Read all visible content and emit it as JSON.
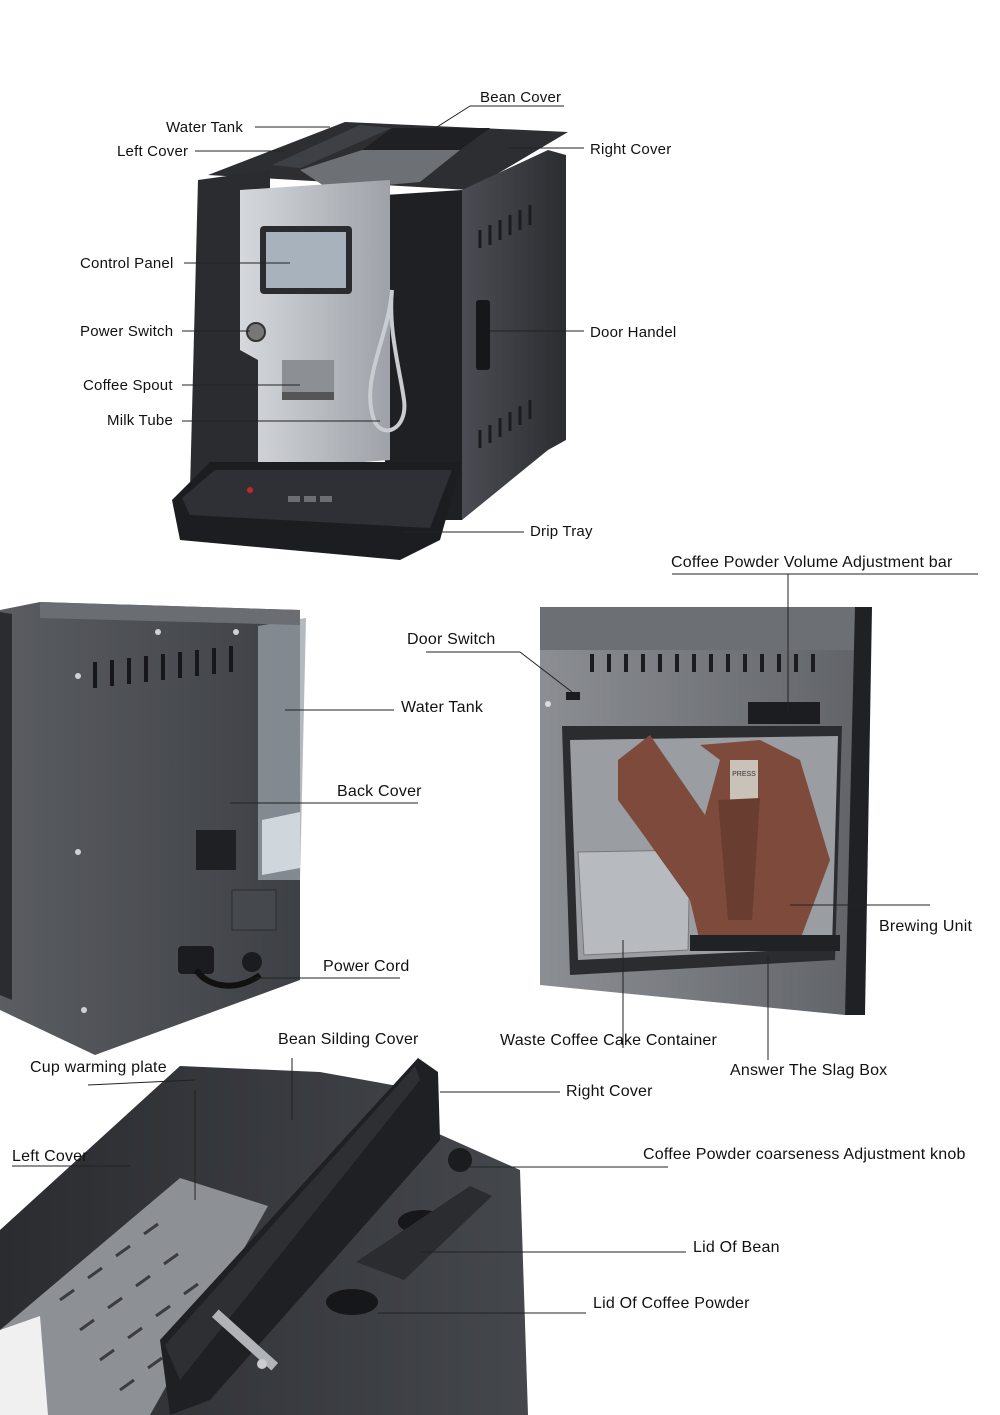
{
  "front_view": {
    "bean_cover": "Bean Cover",
    "water_tank": "Water Tank",
    "left_cover": "Left Cover",
    "right_cover": "Right Cover",
    "control_panel": "Control Panel",
    "power_switch": "Power Switch",
    "door_handel": "Door Handel",
    "coffee_spout": "Coffee Spout",
    "milk_tube": "Milk Tube",
    "drip_tray": "Drip Tray"
  },
  "back_view": {
    "water_tank": "Water Tank",
    "back_cover": "Back Cover",
    "power_cord": "Power Cord"
  },
  "inside_view": {
    "coffee_powder_volume_adjustment_bar": "Coffee Powder Volume Adjustment bar",
    "door_switch": "Door Switch",
    "brewing_unit": "Brewing Unit",
    "waste_coffee_cake_container": "Waste Coffee Cake Container",
    "answer_the_slag_box": "Answer The Slag Box",
    "press_label": "PRESS"
  },
  "top_view": {
    "bean_silding_cover": "Bean Silding Cover",
    "cup_warming_plate": "Cup warming plate",
    "right_cover": "Right Cover",
    "left_cover": "Left Cover",
    "coffee_powder_coarseness_adjustment_knob": "Coffee Powder coarseness Adjustment knob",
    "lid_of_bean": "Lid Of Bean",
    "lid_of_coffee_powder": "Lid Of Coffee Powder"
  },
  "colors": {
    "machine_dark": "#3a3d42",
    "machine_black": "#1e2024",
    "silver_panel": "#b9bcc1",
    "brew_unit_brown": "#7d4a3c",
    "leader_line": "#222222"
  }
}
